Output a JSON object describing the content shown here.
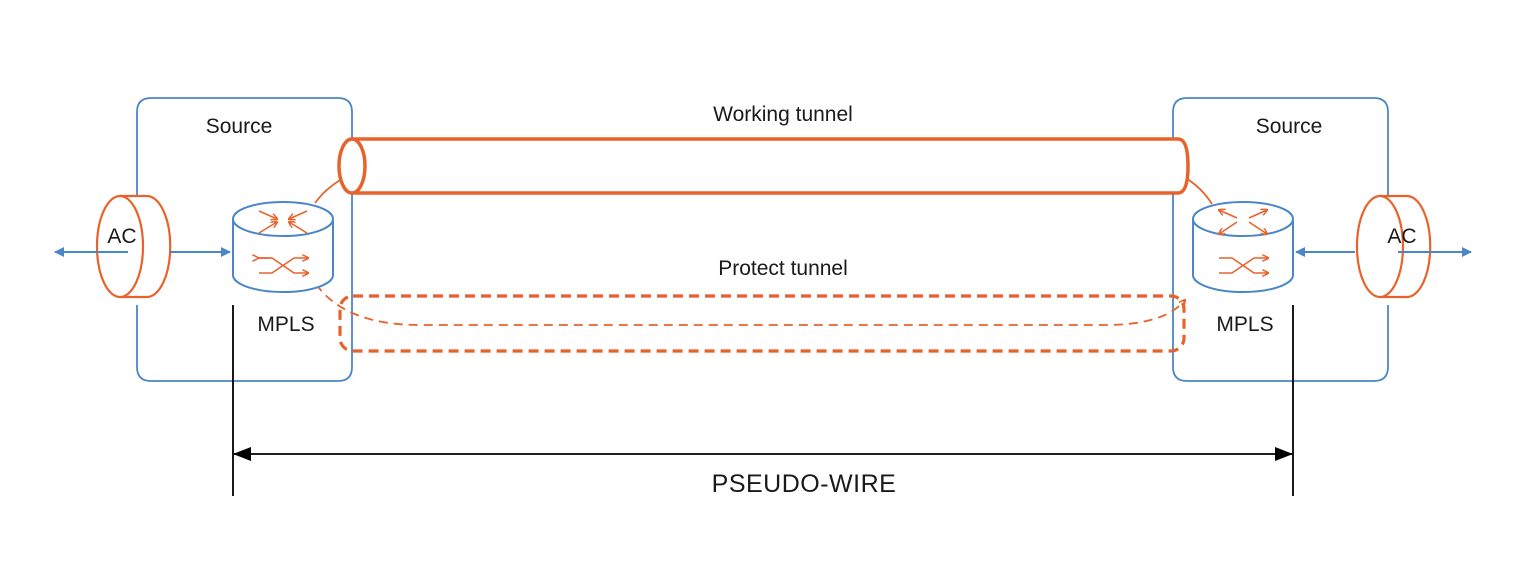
{
  "diagram": {
    "left_site_label": "Source",
    "right_site_label": "Source",
    "working_tunnel_label": "Working tunnel",
    "protect_tunnel_label": "Protect tunnel",
    "left_ac_label": "AC",
    "right_ac_label": "AC",
    "left_router_label": "MPLS",
    "right_router_label": "MPLS",
    "pseudowire_label": "PSEUDO-WIRE"
  },
  "colors": {
    "site_border": "#4a86c8",
    "tunnel": "#e8622c",
    "arrow_blue": "#4a86c8",
    "dimension": "#000000"
  },
  "icons": {
    "router": "mpls-router-icon",
    "attachment_circuit": "ac-cylinder-icon"
  }
}
